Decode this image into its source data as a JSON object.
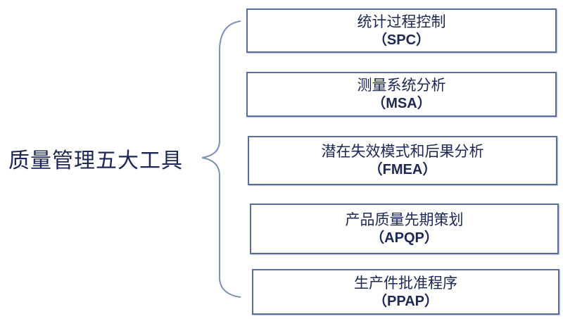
{
  "title": "质量管理五大工具",
  "colors": {
    "text": "#1c2756",
    "border": "#5a6c99",
    "brace": "#7f90b8"
  },
  "tools": [
    {
      "name": "统计过程控制",
      "abbr": "（SPC）"
    },
    {
      "name": "测量系统分析",
      "abbr": "（MSA）"
    },
    {
      "name": "潜在失效模式和后果分析",
      "abbr": "（FMEA）"
    },
    {
      "name": "产品质量先期策划",
      "abbr": "（APQP）"
    },
    {
      "name": "生产件批准程序",
      "abbr": "（PPAP）"
    }
  ]
}
